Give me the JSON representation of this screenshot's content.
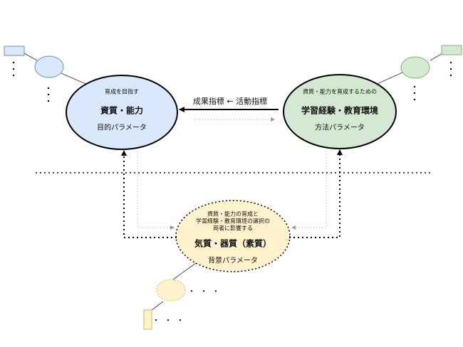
{
  "colors": {
    "blue_fill": "#dae8fc",
    "blue_stroke": "#6c8ebf",
    "green_fill": "#d5e8d4",
    "green_stroke": "#82b366",
    "yellow_fill": "#fff2cc",
    "yellow_stroke": "#d6b656"
  },
  "left_node": {
    "caption": "育成を目指す",
    "title": "資質・能力",
    "param": "目的パラメータ"
  },
  "right_node": {
    "caption": "資質・能力を育成するための",
    "title": "学習経験・教育環境",
    "param": "方法パラメータ"
  },
  "bottom_node": {
    "caption_lines": [
      "資質・能力の育成と",
      "学習経験・教育環境の選択の",
      "両者に影響する"
    ],
    "title": "気質・器質（素質）",
    "param": "背景パラメータ"
  },
  "middle_label": "成果指標 ← 活動指標",
  "ellipsis": "・・・",
  "vdots": ":"
}
